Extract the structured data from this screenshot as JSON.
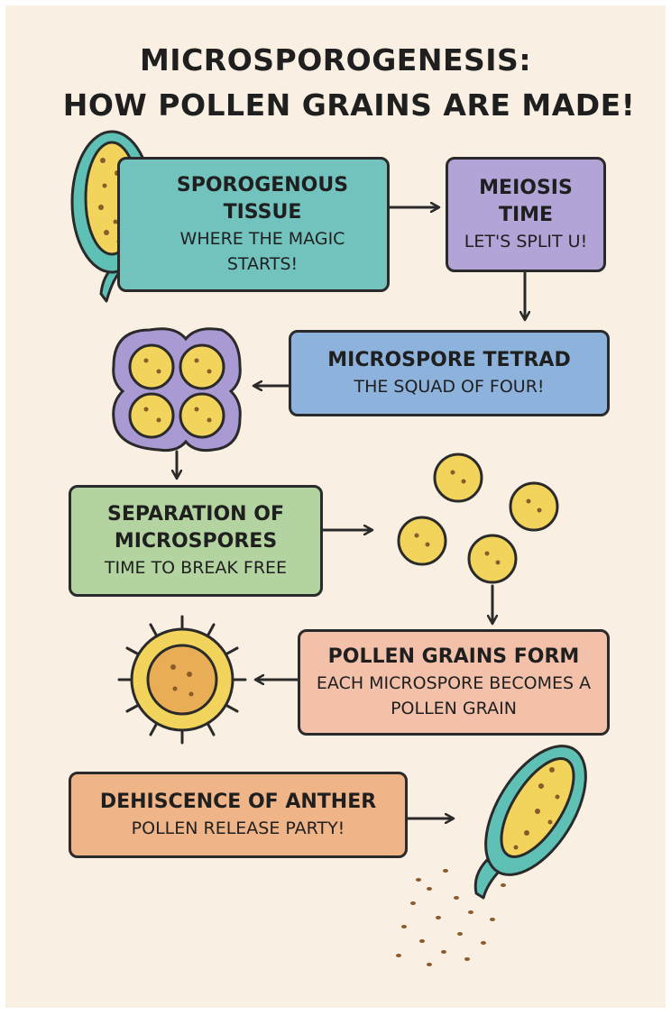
{
  "title": {
    "line1": "MICROSPOROGENESIS:",
    "line2": "HOW POLLEN GRAINS ARE MADE!"
  },
  "steps": [
    {
      "heading": "SPOROGENOUS TISSUE",
      "subtitle": "WHERE THE MAGIC STARTS!",
      "color": "#72c3be"
    },
    {
      "heading": "MEIOSIS TIME",
      "subtitle": "LET'S SPLIT U!",
      "color": "#b2a4d6"
    },
    {
      "heading": "MICROSPORE TETRAD",
      "subtitle": "THE SQUAD OF FOUR!",
      "color": "#8db2dc"
    },
    {
      "heading": "SEPARATION OF MICROSPORES",
      "subtitle": "TIME TO BREAK FREE",
      "color": "#b3d4a0"
    },
    {
      "heading": "POLLEN GRAINS FORM",
      "subtitle": "EACH MICROSPORE BECOMES A POLLEN GRAIN",
      "color": "#f3c0aa"
    },
    {
      "heading": "DEHISCENCE OF ANTHER",
      "subtitle": "POLLEN RELEASE PARTY!",
      "color": "#efb488"
    }
  ],
  "colors": {
    "background": "#f9f0e3",
    "outline": "#2a2a2a",
    "anther_wall": "#5fc0b6",
    "pollen": "#f2d35c",
    "pollen_dots": "#8a5a2b",
    "tetrad_wall": "#a99ad3",
    "mature_pollen_core": "#e8ad55"
  },
  "icons": [
    "anther-icon",
    "tetrad-icon",
    "microspore-icon",
    "pollen-grain-icon",
    "dehiscing-anther-icon",
    "arrow-icon"
  ]
}
